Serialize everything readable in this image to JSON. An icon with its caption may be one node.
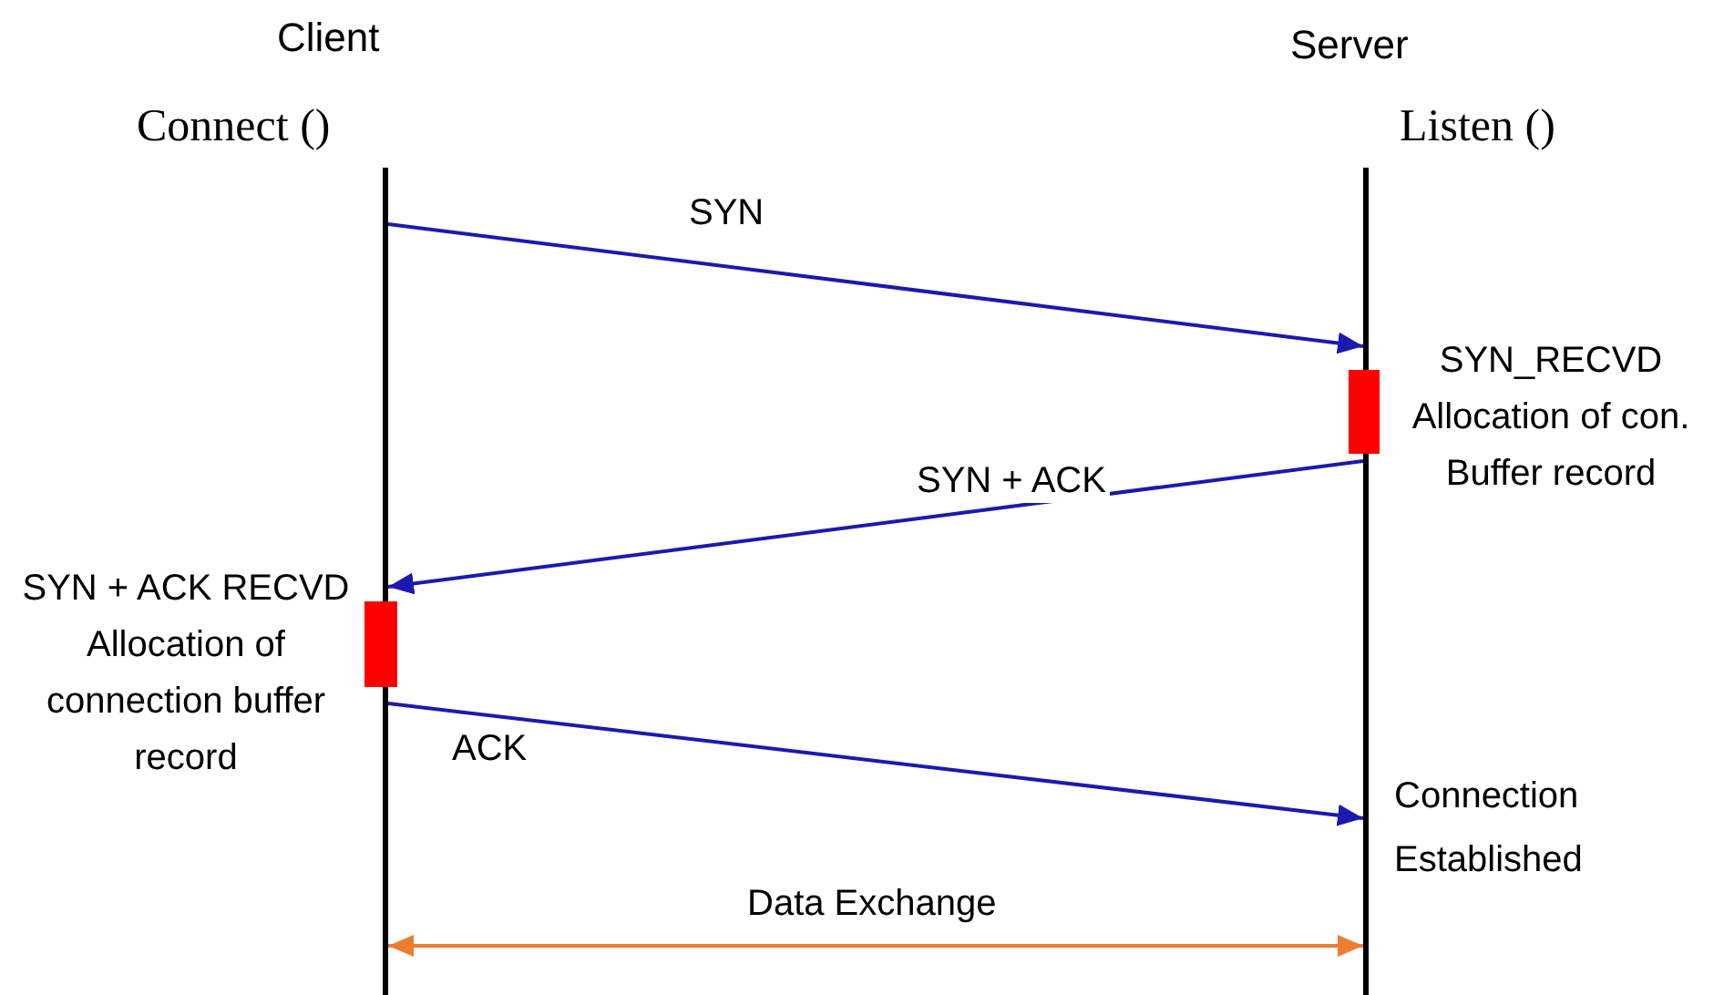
{
  "diagram": {
    "nodes": [
      {
        "text": [
          "Client",
          "Connect ()"
        ]
      },
      {
        "text": [
          "Server",
          "Listen ()"
        ]
      },
      {
        "text": [],
        "shape": "bar",
        "beside": [
          "SYN_RECVD Allocation of con. Buffer record"
        ]
      },
      {
        "text": [],
        "shape": "bar",
        "beside": [
          "SYN + ACK RECVD Allocation of connection buffer record"
        ]
      }
    ],
    "edges": [
      {
        "from": 0,
        "to": 1,
        "arrow": "to",
        "label": "SYN"
      },
      {
        "from": 1,
        "to": 0,
        "arrow": "to",
        "label": "SYN + ACK"
      },
      {
        "from": 0,
        "to": 1,
        "arrow": "to",
        "label": "ACK"
      },
      {
        "from": 0,
        "to": 1,
        "arrow": "both",
        "label": "Data Exchange",
        "color": "#ed7d31"
      }
    ],
    "labels": [
      "Connection Established"
    ]
  }
}
